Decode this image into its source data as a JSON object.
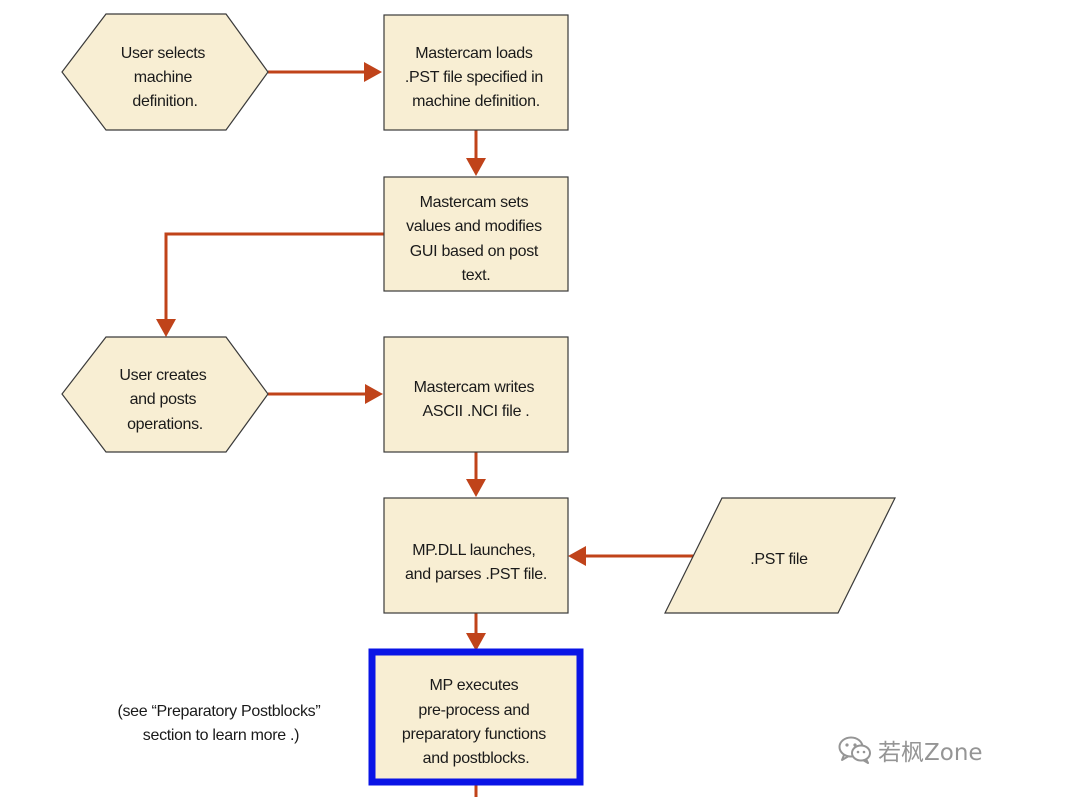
{
  "nodes": {
    "select_machine": [
      "User selects",
      "machine",
      "definition."
    ],
    "loads_pst": [
      "Mastercam loads",
      ".PST file specified in",
      "machine definition."
    ],
    "sets_values": [
      "Mastercam sets",
      "values and modifies",
      "GUI based on post",
      "text."
    ],
    "creates_posts": [
      "User creates",
      "and posts",
      "operations."
    ],
    "writes_nci": [
      "Mastercam writes",
      "ASCII .NCI file ."
    ],
    "mpdll_launch": [
      "MP.DLL launches,",
      "and parses .PST file."
    ],
    "pst_file": [
      ".PST file"
    ],
    "mp_executes": [
      "MP executes",
      "pre-process and",
      "preparatory functions",
      "and postblocks."
    ]
  },
  "note": [
    "(see “Preparatory Postblocks”",
    "section to learn more .)"
  ],
  "watermark": {
    "text": "若枫Zone",
    "icon": "wechat-icon"
  },
  "colors": {
    "node_fill": "#f8eed3",
    "arrow": "#c0431a",
    "highlight_border": "#0a14e6",
    "outline": "#3a3a3a"
  }
}
